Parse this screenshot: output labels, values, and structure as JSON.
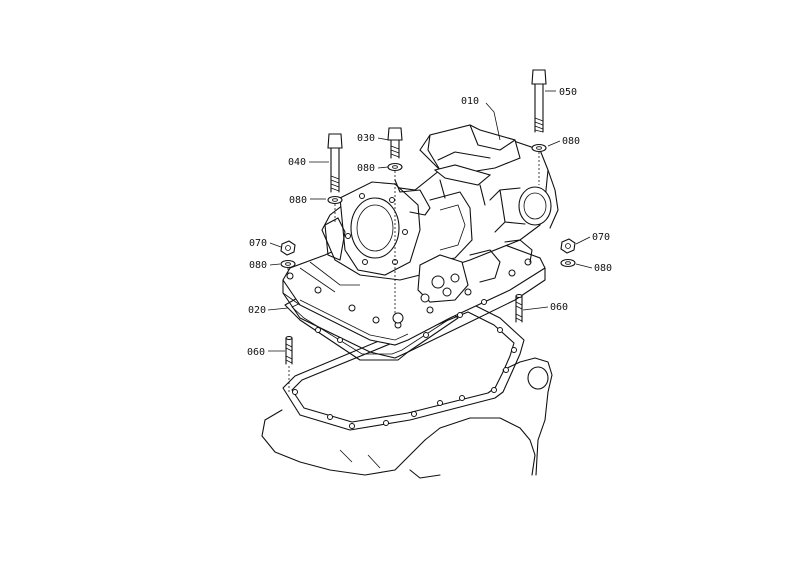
{
  "diagram": {
    "parts": [
      {
        "id": "p-010",
        "label": "010",
        "name": "housing"
      },
      {
        "id": "p-020",
        "label": "020",
        "name": "gasket"
      },
      {
        "id": "p-030",
        "label": "030",
        "name": "bolt-short"
      },
      {
        "id": "p-040",
        "label": "040",
        "name": "bolt-left"
      },
      {
        "id": "p-050",
        "label": "050",
        "name": "bolt-long"
      },
      {
        "id": "p-060a",
        "label": "060",
        "name": "stud-right"
      },
      {
        "id": "p-060b",
        "label": "060",
        "name": "stud-left"
      },
      {
        "id": "p-070a",
        "label": "070",
        "name": "nut-left"
      },
      {
        "id": "p-070b",
        "label": "070",
        "name": "nut-right"
      },
      {
        "id": "p-080a",
        "label": "080",
        "name": "washer-top-right"
      },
      {
        "id": "p-080b",
        "label": "080",
        "name": "washer-center"
      },
      {
        "id": "p-080c",
        "label": "080",
        "name": "washer-left-bolt"
      },
      {
        "id": "p-080d",
        "label": "080",
        "name": "washer-left-nut"
      },
      {
        "id": "p-080e",
        "label": "080",
        "name": "washer-right-nut"
      }
    ],
    "colors": {
      "line": "#111111",
      "background": "#ffffff"
    }
  }
}
